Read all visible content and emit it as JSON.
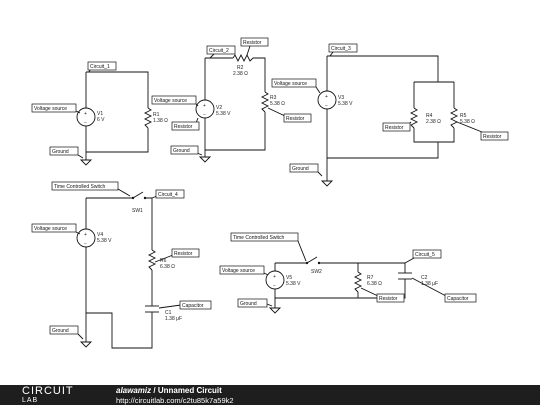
{
  "tags": {
    "voltage_source": "Voltage source",
    "resistor": "Resistor",
    "ground": "Ground",
    "capacitor": "Capacitor",
    "time_switch": "Time Controlled Switch",
    "circuit_1": "Circuit_1",
    "circuit_2": "Circuit_2",
    "circuit_3": "Circuit_3",
    "circuit_4": "Circuit_4",
    "circuit_5": "Circuit_5"
  },
  "components": {
    "v1": {
      "name": "V1",
      "value": "6 V"
    },
    "r1": {
      "name": "R1",
      "value": "1.38 Ω"
    },
    "v2": {
      "name": "V2",
      "value": "5.38 V"
    },
    "r2": {
      "name": "R2",
      "value": "2.38 Ω"
    },
    "r3": {
      "name": "R3",
      "value": "5.38 Ω"
    },
    "v3": {
      "name": "V3",
      "value": "5.38 V"
    },
    "r4": {
      "name": "R4",
      "value": "2.38 Ω"
    },
    "r5": {
      "name": "R5",
      "value": "5.38 Ω"
    },
    "v4": {
      "name": "V4",
      "value": "5.38 V"
    },
    "sw1": {
      "name": "SW1"
    },
    "r6": {
      "name": "R6",
      "value": "6.38 Ω"
    },
    "c1": {
      "name": "C1",
      "value": "1.38 μF"
    },
    "v5": {
      "name": "V5",
      "value": "5.38 V"
    },
    "sw2": {
      "name": "SW2"
    },
    "r7": {
      "name": "R7",
      "value": "6.38 Ω"
    },
    "c2": {
      "name": "C2",
      "value": "1.38 μF"
    }
  },
  "signs": {
    "plus": "+",
    "minus": "−"
  },
  "footer": {
    "logo_top": "CIRCUIT",
    "logo_bottom": "LAB",
    "author": "alawamiz",
    "separator": " / ",
    "circuit_name": "Unnamed Circuit",
    "url": "http://circuitlab.com/c2tu85k7a59k2"
  }
}
